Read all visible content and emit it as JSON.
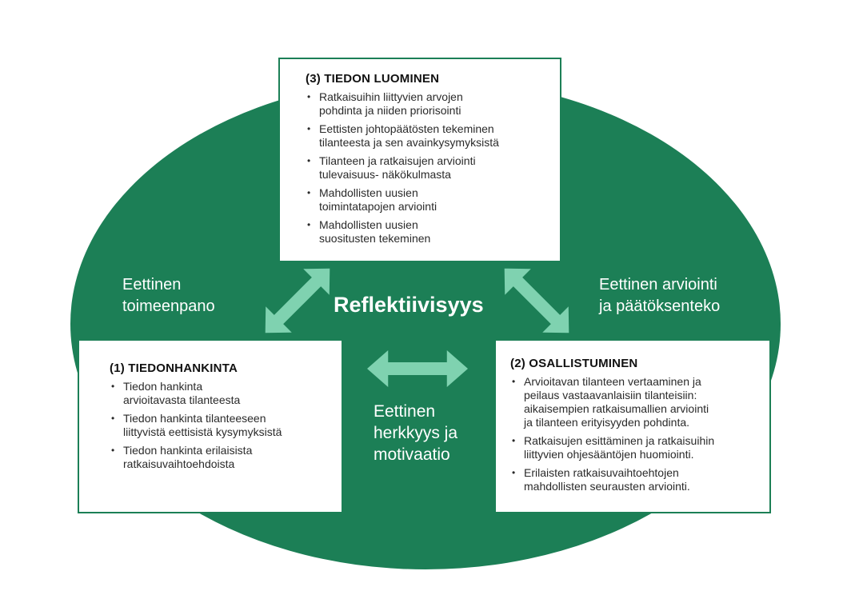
{
  "colors": {
    "ellipse": "#1c7f56",
    "arrow": "#7fd2b0",
    "box_border": "#1c7f56"
  },
  "center_title": "Reflektiivisyys",
  "labels": {
    "left": [
      "Eettinen",
      "toimeenpano"
    ],
    "right": [
      "Eettinen arviointi",
      "ja päätöksenteko"
    ],
    "bottom": [
      "Eettinen",
      "herkkyys ja",
      "motivaatio"
    ]
  },
  "boxes": {
    "creation": {
      "title": "(3) TIEDON LUOMINEN",
      "items": [
        [
          "Ratkaisuihin liittyvien arvojen",
          "pohdinta ja niiden priorisointi"
        ],
        [
          "Eettisten johtopäätösten tekeminen",
          "tilanteesta ja sen avainkysymyksistä"
        ],
        [
          "Tilanteen ja ratkaisujen arviointi",
          "tulevaisuus- näkökulmasta"
        ],
        [
          "Mahdollisten uusien",
          "toimintatapojen arviointi"
        ],
        [
          "Mahdollisten uusien",
          "suositusten tekeminen"
        ]
      ]
    },
    "acquisition": {
      "title": "(1) TIEDONHANKINTA",
      "items": [
        [
          "Tiedon hankinta",
          "arvioitavasta tilanteesta"
        ],
        [
          "Tiedon hankinta tilanteeseen",
          "liittyvistä eettisistä kysymyksistä"
        ],
        [
          "Tiedon hankinta erilaisista",
          "ratkaisuvaihtoehdoista"
        ]
      ]
    },
    "participation": {
      "title": "(2) OSALLISTUMINEN",
      "items": [
        [
          "Arvioitavan tilanteen vertaaminen ja",
          "peilaus vastaavanlaisiin tilanteisiin:",
          "aikaisempien ratkaisumallien arviointi",
          "ja tilanteen erityisyyden pohdinta."
        ],
        [
          "Ratkaisujen esittäminen ja ratkaisuihin",
          "liittyvien ohjesääntöjen huomiointi."
        ],
        [
          "Erilaisten ratkaisuvaihtoehtojen",
          "mahdollisten seurausten arviointi."
        ]
      ]
    }
  }
}
